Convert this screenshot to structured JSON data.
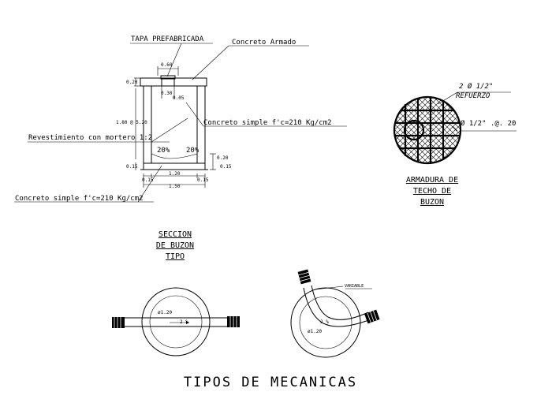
{
  "section": {
    "labels": {
      "tapa": "TAPA PREFABRICADA",
      "concreto_armado": "Concreto Armado",
      "concreto_simple_right": "Concreto simple f'c=210 Kg/cm2",
      "revestimiento": "Revestimiento con mortero 1:2",
      "concreto_simple_bottom": "Concreto simple f'c=210 Kg/cm2"
    },
    "dims": {
      "top_width": "0.60",
      "top_height": "0.20",
      "opening": "0.30",
      "opening_small": "0.05",
      "side_left": "1.80 @ 5.20",
      "base_left": "0.15",
      "base_right_a": "0.20",
      "base_right_b": "0.15",
      "bottom_a": "0.15",
      "bottom_inner": "1.20",
      "bottom_b": "0.15",
      "bottom_total": "1.50"
    },
    "slopes": {
      "left": "20%",
      "right": "20%"
    },
    "title": [
      "SECCION",
      "DE BUZON",
      "TIPO"
    ]
  },
  "armadura": {
    "bars_label": "2 Ø 1/2\"",
    "refuerzo": "REFUERZO",
    "spacing": "Ø 1/2\" .@. 20",
    "title": [
      "ARMADURA DE",
      "TECHO DE",
      "BUZON"
    ]
  },
  "mecanicas": {
    "left": {
      "diameter": "ø1.20",
      "slope": "2 %"
    },
    "right": {
      "diameter": "ø1.20",
      "slope": "2 %",
      "variable": "VARIABLE"
    },
    "title": "TIPOS DE MECANICAS"
  }
}
